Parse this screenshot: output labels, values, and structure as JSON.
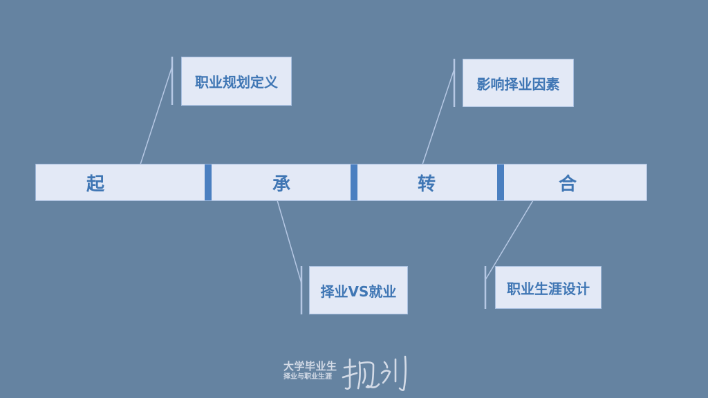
{
  "colors": {
    "background": "#6583a1",
    "bar_fill": "#e3e9f6",
    "bar_border": "#9fb7d9",
    "divider": "#4a7fc0",
    "text_accent": "#3f76b4",
    "connector": "#b6c8e4",
    "footer_text": "#d4dbe7"
  },
  "timeline": {
    "segments": [
      {
        "label": "起"
      },
      {
        "label": "承"
      },
      {
        "label": "转"
      },
      {
        "label": "合"
      }
    ]
  },
  "callouts": [
    {
      "label": "职业规划定义",
      "attached_to": "起"
    },
    {
      "label": "影响择业因素",
      "attached_to": "转"
    },
    {
      "label": "择业VS就业",
      "attached_to": "承"
    },
    {
      "label": "职业生涯设计",
      "attached_to": "合"
    }
  ],
  "footer": {
    "line1": "大学毕业生",
    "line2": "择业与职业生涯",
    "calligraphy": "规划"
  }
}
